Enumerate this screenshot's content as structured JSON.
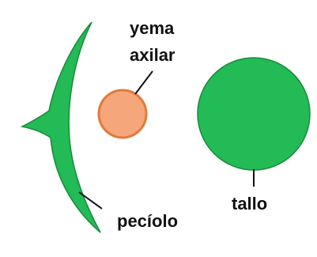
{
  "labels": {
    "yema": "yema",
    "axilar": "axilar",
    "peciolo": "pecíolo",
    "tallo": "tallo"
  },
  "colors": {
    "petiole_fill": "#22bb55",
    "petiole_stroke": "#1a8a3c",
    "bud_fill": "#f5a67a",
    "bud_stroke": "#e07a3a",
    "stem_fill": "#22bb55",
    "stem_stroke": "#1a8a3c",
    "leader_line": "#111111",
    "background": "#ffffff"
  }
}
